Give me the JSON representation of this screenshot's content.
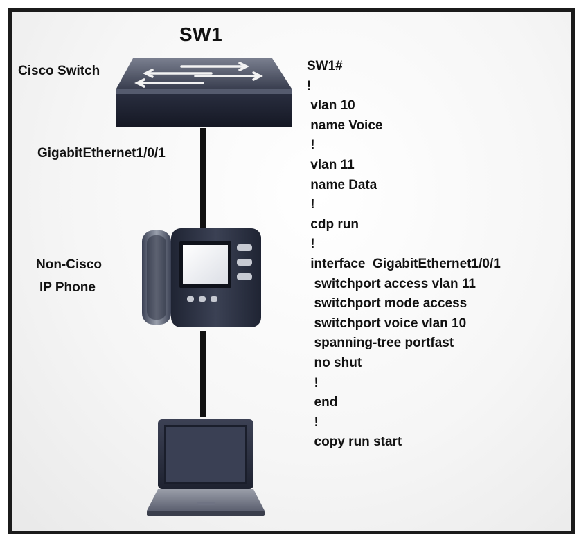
{
  "diagram": {
    "title": "SW1",
    "switch_label": "Cisco Switch",
    "port_label": "GigabitEthernet1/0/1",
    "phone_label_line1": "Non-Cisco",
    "phone_label_line2": "IP Phone"
  },
  "config_lines": [
    "SW1#",
    "!",
    " vlan 10",
    " name Voice",
    " !",
    " vlan 11",
    " name Data",
    " !",
    " cdp run",
    " !",
    " interface  GigabitEthernet1/0/1",
    "  switchport access vlan 11",
    "  switchport mode access",
    "  switchport voice vlan 10",
    "  spanning-tree portfast",
    "  no shut",
    "  !",
    "  end",
    "  !",
    "  copy run start"
  ],
  "icons": {
    "switch": "network-switch-icon",
    "phone": "ip-phone-icon",
    "laptop": "laptop-icon"
  },
  "colors": {
    "device_dark": "#23293a",
    "device_mid": "#4a5064",
    "device_light": "#c9ccd4",
    "cable": "#111111",
    "frame": "#1b1b1b"
  }
}
